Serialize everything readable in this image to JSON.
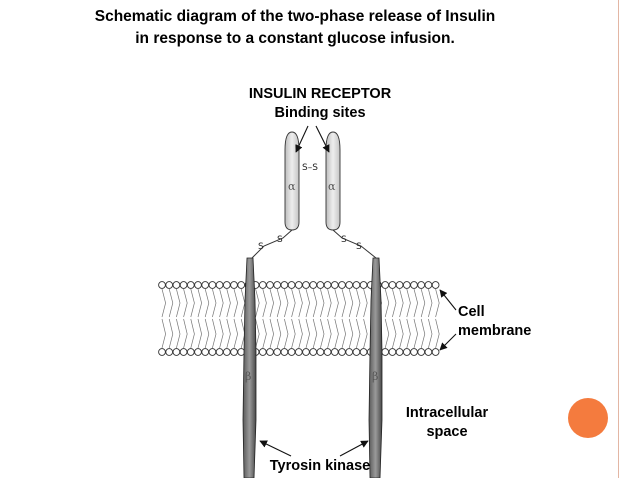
{
  "title": {
    "line1": "Schematic diagram of the two-phase release of Insulin",
    "line2": "in response to a constant glucose infusion."
  },
  "labels": {
    "receptor_line1": "INSULIN RECEPTOR",
    "receptor_line2": "Binding sites",
    "cell_line1": "Cell",
    "cell_line2": "membrane",
    "intracellular_line1": "Intracellular",
    "intracellular_line2": "space",
    "tyrosin": "Tyrosin kinase"
  },
  "diagram": {
    "alpha": "α",
    "beta": "β",
    "s_bond": "S",
    "disulfide_top": "S–S"
  },
  "colors": {
    "accent_dot": "#f47b3e",
    "rule": "#e3b6a4"
  }
}
